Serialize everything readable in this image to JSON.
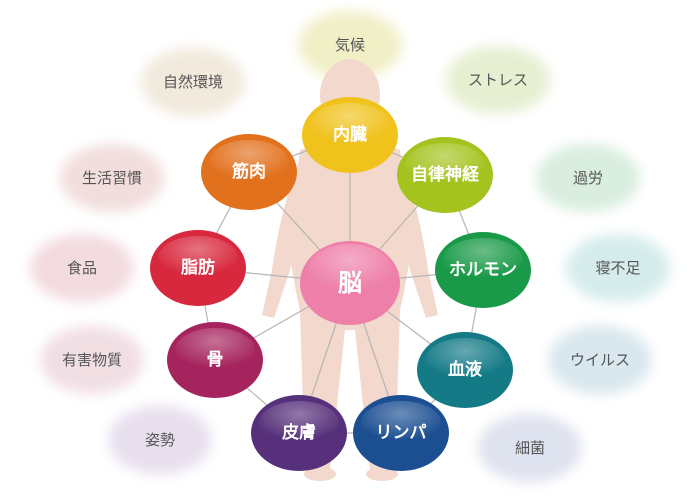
{
  "center": {
    "label": "脳",
    "color": "#ee7fa8"
  },
  "organs": [
    {
      "id": "naizou",
      "label": "内臓",
      "color": "#f0c21c"
    },
    {
      "id": "jiritsu",
      "label": "自律神経",
      "color": "#a5c31e"
    },
    {
      "id": "hormone",
      "label": "ホルモン",
      "color": "#1a9a48"
    },
    {
      "id": "ketsueki",
      "label": "血液",
      "color": "#137a86"
    },
    {
      "id": "lymph",
      "label": "リンパ",
      "color": "#1c4f92"
    },
    {
      "id": "hifu",
      "label": "皮膚",
      "color": "#56307a"
    },
    {
      "id": "hone",
      "label": "骨",
      "color": "#a6245e"
    },
    {
      "id": "shibou",
      "label": "脂肪",
      "color": "#d8283d"
    },
    {
      "id": "kinniku",
      "label": "筋肉",
      "color": "#e2711e"
    }
  ],
  "factors": [
    {
      "id": "kikou",
      "label": "気候",
      "color": "#f1efc6"
    },
    {
      "id": "stress",
      "label": "ストレス",
      "color": "#e6efd2"
    },
    {
      "id": "karou",
      "label": "過労",
      "color": "#d9eedf"
    },
    {
      "id": "nebusoku",
      "label": "寝不足",
      "color": "#d6ecec"
    },
    {
      "id": "virus",
      "label": "ウイルス",
      "color": "#d9e7ee"
    },
    {
      "id": "saikin",
      "label": "細菌",
      "color": "#dfe3ef"
    },
    {
      "id": "shisei",
      "label": "姿勢",
      "color": "#e8dfee"
    },
    {
      "id": "yuugai",
      "label": "有害物質",
      "color": "#f1dfe4"
    },
    {
      "id": "shokuhin",
      "label": "食品",
      "color": "#f3dbe0"
    },
    {
      "id": "seikatsu",
      "label": "生活習慣",
      "color": "#f2dedd"
    },
    {
      "id": "shizen",
      "label": "自然環境",
      "color": "#f1e9dc"
    }
  ]
}
